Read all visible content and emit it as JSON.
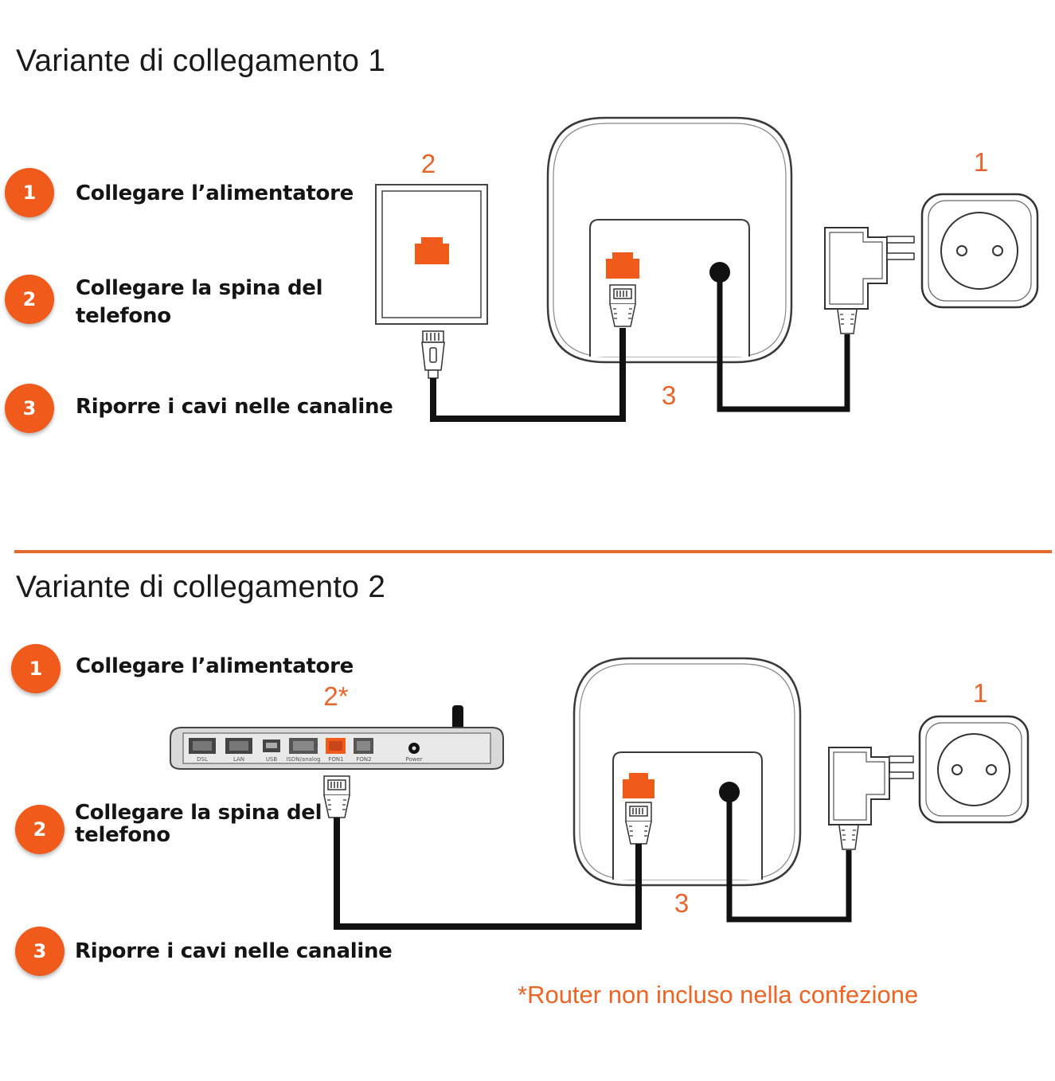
{
  "section1": {
    "title": "Variante di collegamento 1",
    "steps": [
      {
        "number": "1",
        "line1": "Collegare l’alimentatore",
        "line2": ""
      },
      {
        "number": "2",
        "line1": "Collegare la spina del",
        "line2": "telefono"
      },
      {
        "number": "3",
        "line1": "Riporre i cavi nelle canaline",
        "line2": ""
      }
    ],
    "labels": {
      "wall_jack": "2",
      "socket": "1",
      "cables": "3"
    }
  },
  "section2": {
    "title": "Variante di collegamento 2",
    "steps": [
      {
        "number": "1",
        "line1": "Collegare l’alimentatore",
        "line2": ""
      },
      {
        "number": "2",
        "line1": "Collegare la spina del",
        "line2": "telefono"
      },
      {
        "number": "3",
        "line1": "Riporre i cavi nelle canaline",
        "line2": ""
      }
    ],
    "labels": {
      "router": "2*",
      "socket": "1",
      "cables": "3"
    },
    "router_ports": [
      "DSL",
      "LAN",
      "USB",
      "ISDN/analog",
      "FON1",
      "FON2",
      "Power"
    ]
  },
  "footnote": "*Router non incluso nella confezione",
  "colors": {
    "accent": "#f05a1a",
    "cable": "#111111",
    "outline": "#3a3a3a",
    "divider": "#e26a2c"
  }
}
